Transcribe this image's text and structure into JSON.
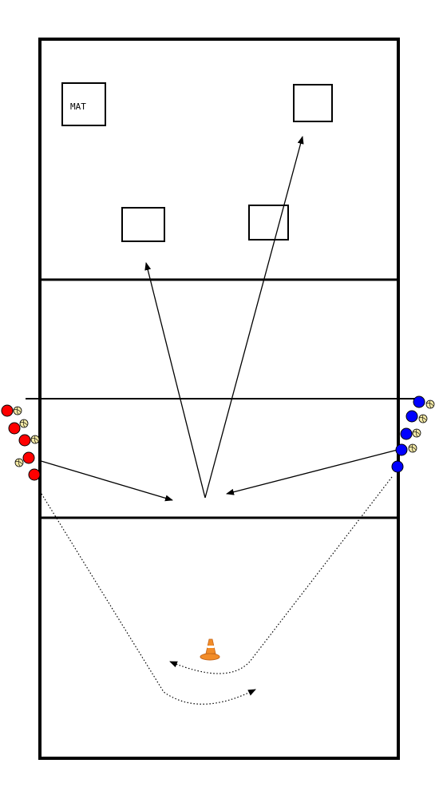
{
  "court": {
    "line_color": "#000000",
    "background": "#ffffff"
  },
  "targets": {
    "mat_label": "MAT"
  },
  "players": {
    "left_team_color": "#ff0000",
    "right_team_color": "#0000ff",
    "left_team_count": 5,
    "right_team_count": 5
  },
  "balls": {
    "color": "#f3e9a6",
    "left_count": 4,
    "right_count": 4
  },
  "cone": {
    "icon": "traffic-cone-icon",
    "color": "#f28c28"
  }
}
